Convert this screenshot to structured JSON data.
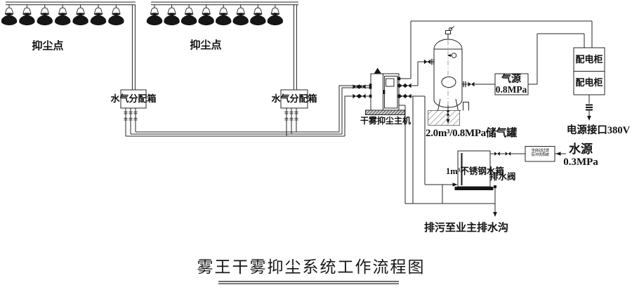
{
  "title": "雾王干雾抑尘系统工作流程图",
  "colors": {
    "line": "#242424",
    "dark_fill": "#161616",
    "background": "#ffffff"
  },
  "spray": {
    "groups": [
      {
        "label": "抑尘点",
        "nozzle_count": 7
      },
      {
        "label": "抑尘点",
        "nozzle_count": 8
      }
    ]
  },
  "labels": {
    "dist_box_left": "水气分配箱",
    "dist_box_right": "水气分配箱",
    "main_unit": "干雾抑尘主机",
    "air_tank": "2.0m³/0.8MPa储气罐",
    "air_source_name": "气源",
    "air_source_pressure": "0.8MPa",
    "power_cabinet_top": "配电柜",
    "power_cabinet_bottom": "配电柜",
    "power_interface": "电源接口380V",
    "water_source_name": "水源",
    "water_source_pressure": "0.3MPa",
    "filter_line1": "全自动过滤",
    "filter_line2": "反冲洗系统",
    "water_tank": "1m³不锈钢水箱",
    "drain_valve": "排水阀",
    "sewage_outlet": "排污至业主排水沟"
  }
}
